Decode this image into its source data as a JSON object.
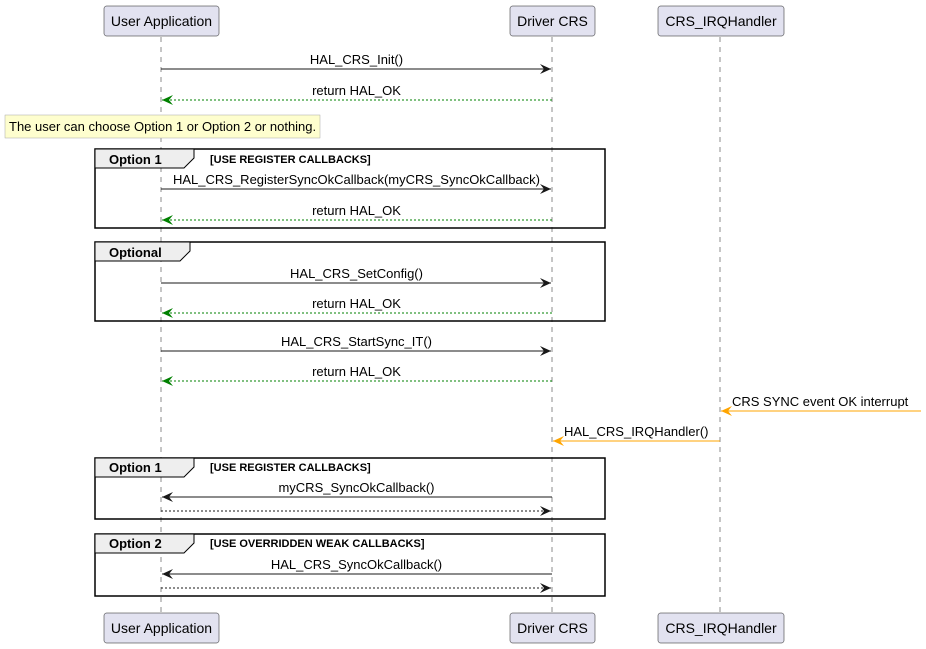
{
  "diagram": {
    "type": "sequence",
    "participants": [
      {
        "id": "app",
        "label": "User Application"
      },
      {
        "id": "drv",
        "label": "Driver CRS"
      },
      {
        "id": "irq",
        "label": "CRS_IRQHandler"
      }
    ],
    "note": {
      "text": "The user can choose Option 1 or Option 2 or nothing."
    },
    "frames": [
      {
        "id": "f1",
        "title": "Option 1",
        "guard": "[USE REGISTER CALLBACKS]"
      },
      {
        "id": "f2",
        "title": "Optional",
        "guard": ""
      },
      {
        "id": "f3",
        "title": "Option 1",
        "guard": "[USE REGISTER CALLBACKS]"
      },
      {
        "id": "f4",
        "title": "Option 2",
        "guard": "[USE OVERRIDDEN WEAK CALLBACKS]"
      }
    ],
    "messages": [
      {
        "from": "app",
        "to": "drv",
        "label": "HAL_CRS_Init()",
        "style": "solid",
        "color": "#181818"
      },
      {
        "from": "drv",
        "to": "app",
        "label": "return HAL_OK",
        "style": "dashed",
        "color": "#008000"
      },
      {
        "from": "app",
        "to": "drv",
        "label": "HAL_CRS_RegisterSyncOkCallback(myCRS_SyncOkCallback)",
        "style": "solid",
        "color": "#181818",
        "frame": "f1"
      },
      {
        "from": "drv",
        "to": "app",
        "label": "return HAL_OK",
        "style": "dashed",
        "color": "#008000",
        "frame": "f1"
      },
      {
        "from": "app",
        "to": "drv",
        "label": "HAL_CRS_SetConfig()",
        "style": "solid",
        "color": "#181818",
        "frame": "f2"
      },
      {
        "from": "drv",
        "to": "app",
        "label": "return HAL_OK",
        "style": "dashed",
        "color": "#008000",
        "frame": "f2"
      },
      {
        "from": "app",
        "to": "drv",
        "label": "HAL_CRS_StartSync_IT()",
        "style": "solid",
        "color": "#181818"
      },
      {
        "from": "drv",
        "to": "app",
        "label": "return HAL_OK",
        "style": "dashed",
        "color": "#008000"
      },
      {
        "from": "external",
        "to": "irq",
        "label": "CRS SYNC event OK interrupt",
        "style": "solid",
        "color": "#FFA500"
      },
      {
        "from": "irq",
        "to": "drv",
        "label": "HAL_CRS_IRQHandler()",
        "style": "solid",
        "color": "#FFA500"
      },
      {
        "from": "drv",
        "to": "app",
        "label": "myCRS_SyncOkCallback()",
        "style": "solid",
        "color": "#181818",
        "frame": "f3"
      },
      {
        "from": "app",
        "to": "drv",
        "label": "",
        "style": "dashed",
        "color": "#181818",
        "frame": "f3"
      },
      {
        "from": "drv",
        "to": "app",
        "label": "HAL_CRS_SyncOkCallback()",
        "style": "solid",
        "color": "#181818",
        "frame": "f4"
      },
      {
        "from": "app",
        "to": "drv",
        "label": "",
        "style": "dashed",
        "color": "#181818",
        "frame": "f4"
      }
    ]
  }
}
